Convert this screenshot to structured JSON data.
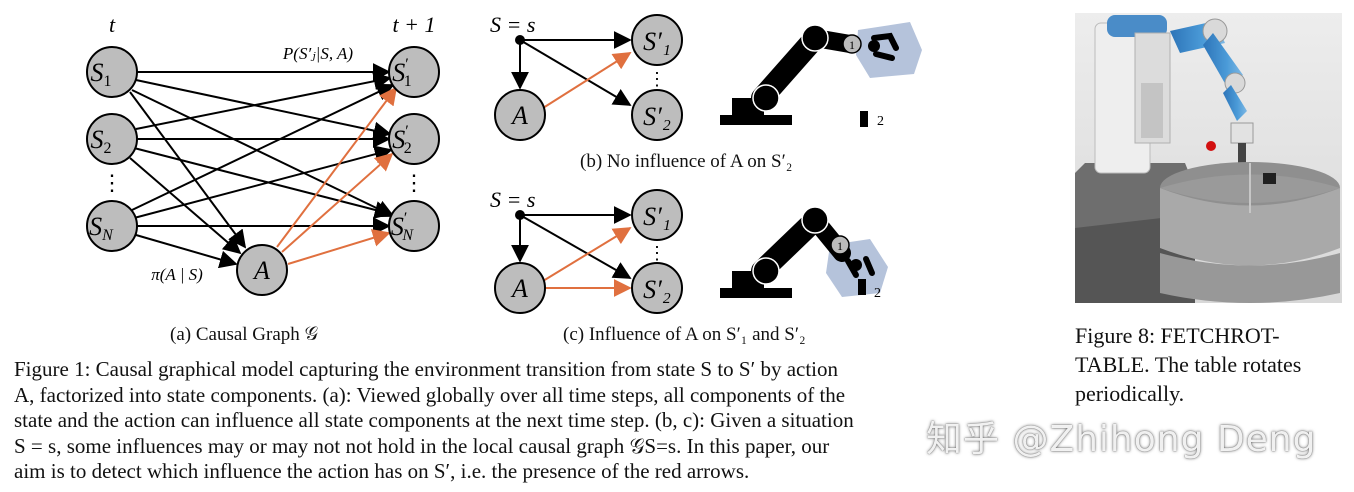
{
  "fig_a": {
    "time_t": "t",
    "time_t1": "t + 1",
    "nodes_left": [
      "S",
      "S",
      "S"
    ],
    "nodes_left_sub": [
      "1",
      "2",
      "N"
    ],
    "nodes_right": [
      "S",
      "S",
      "S"
    ],
    "nodes_right_sub": [
      "1",
      "2",
      "N"
    ],
    "vdots": "⋮",
    "action": "A",
    "transition_label": "P(S′ⱼ|S, A)",
    "policy_label": "π(A | S)",
    "caption": "(a) Causal Graph 𝒢"
  },
  "fig_b": {
    "state_label": "S = s",
    "action": "A",
    "out_top": "S′₁",
    "out_bottom": "S′₂",
    "robot_marker_1": "1",
    "robot_marker_2": "2",
    "caption": "(b) No influence of A on S′₂"
  },
  "fig_c": {
    "state_label": "S = s",
    "action": "A",
    "out_top": "S′₁",
    "out_bottom": "S′₂",
    "robot_marker_1": "1",
    "robot_marker_2": "2",
    "caption": "(c) Influence of A on S′₁ and S′₂"
  },
  "figure1_caption": {
    "lines": [
      "Figure 1: Causal graphical model capturing the environment transition from state S to S′ by action",
      "A, factorized into state components. (a): Viewed globally over all time steps, all components of the",
      "state and the action can influence all state components at the next time step. (b, c): Given a situation",
      "S = s, some influences may or may not not hold in the local causal graph 𝒢S=s. In this paper, our",
      "aim is to detect which influence the action has on S′, i.e. the presence of the red arrows."
    ]
  },
  "figure8_caption": {
    "lines": [
      "Figure 8:  FETCHROT-",
      "TABLE. The table rotates",
      "periodically."
    ]
  },
  "watermark": "知乎 @Zhihong Deng",
  "colors": {
    "node_fill": "#bdbdbd",
    "edge": "#000000",
    "red_edge": "#e0703f",
    "highlight": "#b5c3db"
  }
}
